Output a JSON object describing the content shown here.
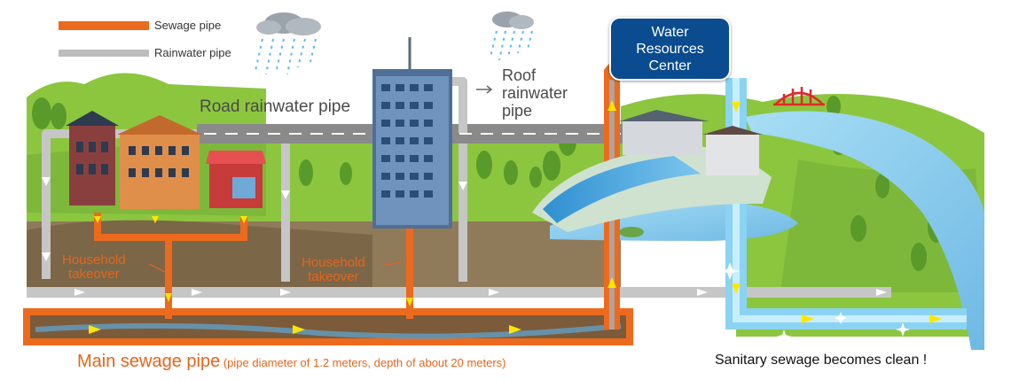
{
  "legend": {
    "sewage_label": "Sewage pipe",
    "rainwater_label": "Rainwater pipe"
  },
  "labels": {
    "road_rainwater_pipe": "Road rainwater pipe",
    "roof_rainwater_line1": "Roof",
    "roof_rainwater_line2": "rainwater",
    "roof_rainwater_line3": "pipe",
    "household_left_line1": "Household",
    "household_left_line2": "takeover",
    "household_mid_line1": "Household",
    "household_mid_line2": "takeover",
    "water_center_line1": "Water",
    "water_center_line2": "Resources",
    "water_center_line3": "Center",
    "main_pipe": "Main sewage pipe",
    "main_pipe_note": " (pipe diameter of 1.2 meters, depth of about 20 meters)",
    "clean": "Sanitary sewage becomes clean !"
  },
  "colors": {
    "sewage": "#ec6a1e",
    "rainwater": "#bdbdbd",
    "clean_water": "#8ad3f2",
    "water_center_box": "#0a4c8f",
    "label_orange": "#e2661d",
    "grass": "#8cc63f",
    "flow_arrow": "#ffe600"
  },
  "icons": {
    "cloud_1": "rain-cloud-icon",
    "cloud_2": "rain-cloud-icon",
    "bridge": "red-bridge-icon"
  }
}
